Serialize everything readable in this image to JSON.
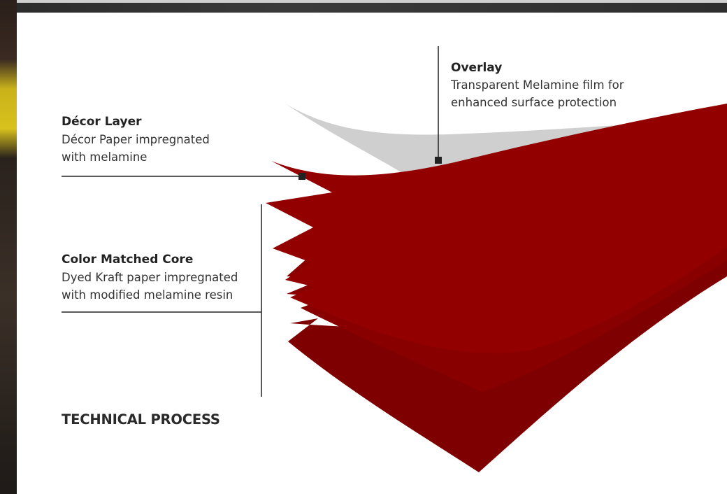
{
  "overlay": {
    "title": "Overlay",
    "desc_line1": "Transparent Melamine film for",
    "desc_line2": "enhanced surface protection"
  },
  "decor_layer": {
    "title": "Décor Layer",
    "desc_line1": "Décor Paper impregnated",
    "desc_line2": "with melamine"
  },
  "core": {
    "title": "Color Matched Core",
    "desc_line1": "Dyed Kraft paper impregnated",
    "desc_line2": "with modified  melamine resin"
  },
  "section_heading": "TECHNICAL PROCESS",
  "colors": {
    "layer_red": "#930000",
    "layer_red_dark": "#7e0000",
    "overlay_gray": "#cfcfcf",
    "leader_line": "#222222"
  }
}
